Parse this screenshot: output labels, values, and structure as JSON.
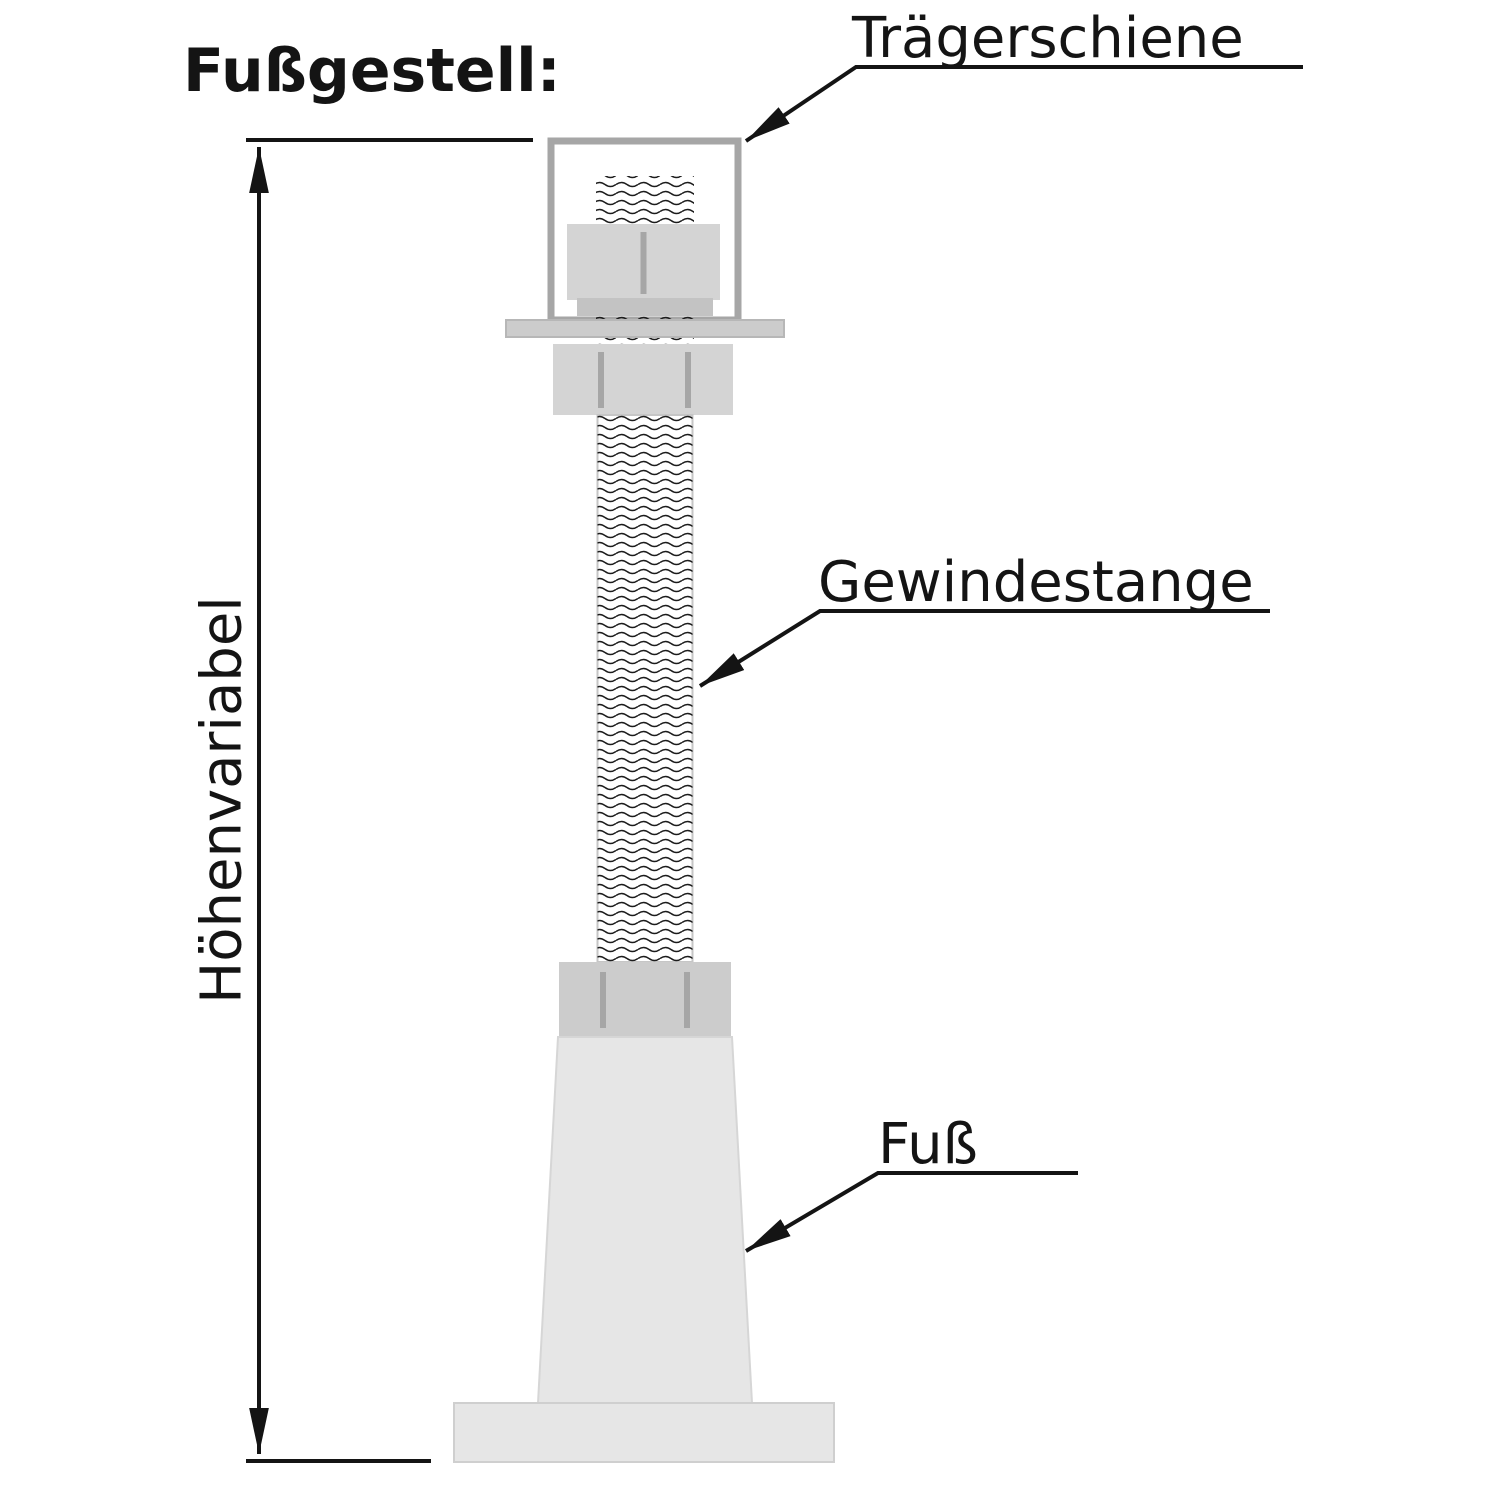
{
  "title": "Fußgestell:",
  "labels": {
    "traegerschiene": "Trägerschiene",
    "gewindestange": "Gewindestange",
    "fuss": "Fuß",
    "height_dimension": "Höhenvariabel"
  },
  "colors": {
    "background": "#ffffff",
    "line_color": "#141414",
    "thread_line": "#1c1c1c",
    "part_outline": "#a6a6a6",
    "part_fill_light": "#e6e6e6",
    "part_fill_mid": "#d4d4d4",
    "part_fill_dark": "#c3c3c3",
    "plate_fill": "#cccccc"
  }
}
